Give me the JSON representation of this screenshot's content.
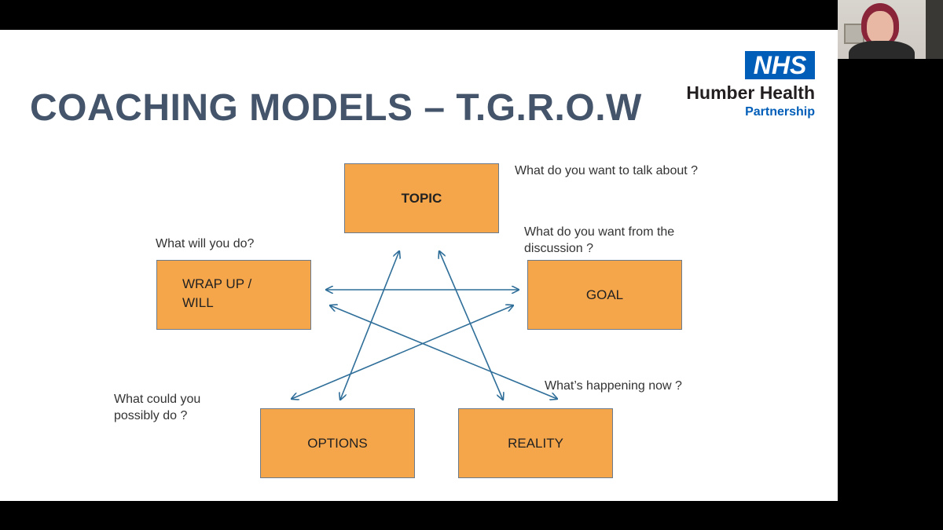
{
  "slide": {
    "title": "COACHING MODELS – T.G.R.O.W",
    "logo": {
      "badge": "NHS",
      "org_name": "Humber Health",
      "org_sub": "Partnership"
    },
    "boxes": {
      "topic": "TOPIC",
      "goal": "GOAL",
      "wrap_up_line1": "WRAP UP /",
      "wrap_up_line2": "WILL",
      "options": "OPTIONS",
      "reality": "REALITY"
    },
    "questions": {
      "topic": "What do you want to talk about ?",
      "goal_line1": "What do you want from the",
      "goal_line2": "discussion ?",
      "wrap_up": "What will you do?",
      "reality": "What’s happening now ?",
      "options_line1": "What could you",
      "options_line2": "possibly do ?"
    }
  },
  "colors": {
    "box_fill": "#f6a64a",
    "title": "#44546a",
    "arrow": "#2e6e99",
    "nhs_blue": "#005eb8"
  }
}
